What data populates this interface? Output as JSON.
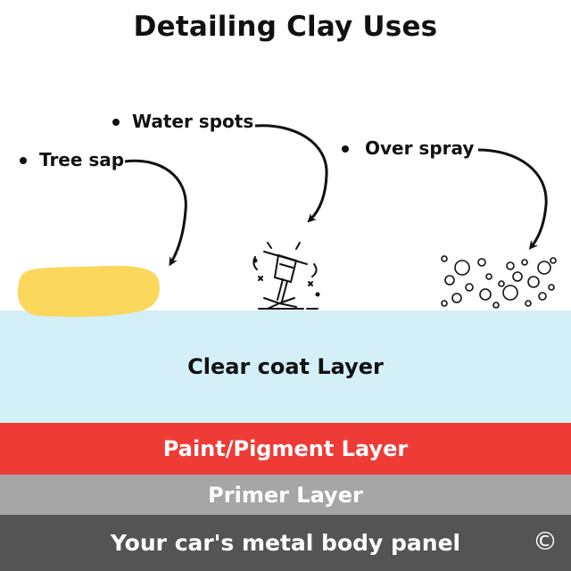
{
  "title": "Detailing Clay Uses",
  "contaminants": [
    {
      "label": "Tree sap"
    },
    {
      "label": "Water spots"
    },
    {
      "label": "Over spray"
    }
  ],
  "layers": {
    "clear_coat": "Clear coat Layer",
    "paint": "Paint/Pigment Layer",
    "primer": "Primer Layer",
    "metal": "Your car's metal body panel"
  },
  "copyright_symbol": "©",
  "colors": {
    "clear_coat": "#d3eff8",
    "paint": "#ef3b36",
    "primer": "#a6a6a6",
    "metal": "#545454",
    "tree_sap_blob": "#fbd75b"
  },
  "icons": [
    "tree-sap-blob-icon",
    "jackhammer-icon",
    "overspray-bubbles-icon"
  ]
}
